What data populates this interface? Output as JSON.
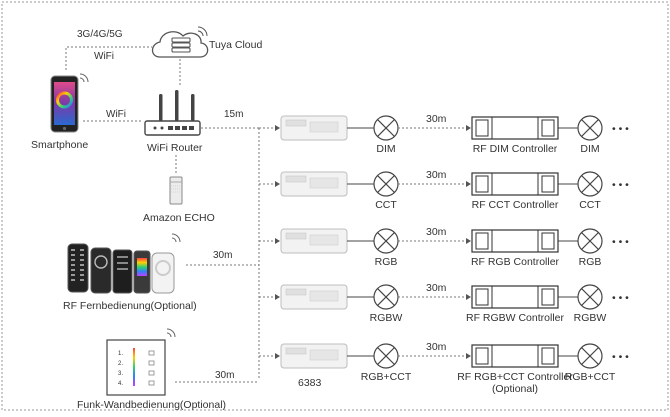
{
  "nodes": {
    "cloud": "Tuya Cloud",
    "network": "3G/4G/5G",
    "network_wifi": "WiFi",
    "smartphone": "Smartphone",
    "phone_wifi": "WiFi",
    "router": "WiFi Router",
    "echo": "Amazon ECHO",
    "rf_remote": "RF Fernbedienung(Optional)",
    "wall_panel": "Funk-Wandbedienung(Optional)",
    "gateway_model": "6383",
    "ellipsis": "•  •  •"
  },
  "distances": {
    "router_link": "15m",
    "remote_link": "30m",
    "wall_link": "30m"
  },
  "rows": [
    {
      "lamp": "DIM",
      "distance": "30m",
      "controller": "RF DIM Controller",
      "lamp2": "DIM"
    },
    {
      "lamp": "CCT",
      "distance": "30m",
      "controller": "RF CCT Controller",
      "lamp2": "CCT"
    },
    {
      "lamp": "RGB",
      "distance": "30m",
      "controller": "RF RGB Controller",
      "lamp2": "RGB"
    },
    {
      "lamp": "RGBW",
      "distance": "30m",
      "controller": "RF RGBW Controller",
      "lamp2": "RGBW"
    },
    {
      "lamp": "RGB+CCT",
      "distance": "30m",
      "controller": "RF RGB+CCT Controller",
      "controller_note": "(Optional)",
      "lamp2": "RGB+CCT"
    }
  ],
  "wall_panel_keys": [
    "1.",
    "2.",
    "3.",
    "4."
  ],
  "colors": {
    "line": "#555555",
    "dashed_line": "#777777",
    "border": "#999999",
    "device_fill": "#f2f2f2"
  }
}
